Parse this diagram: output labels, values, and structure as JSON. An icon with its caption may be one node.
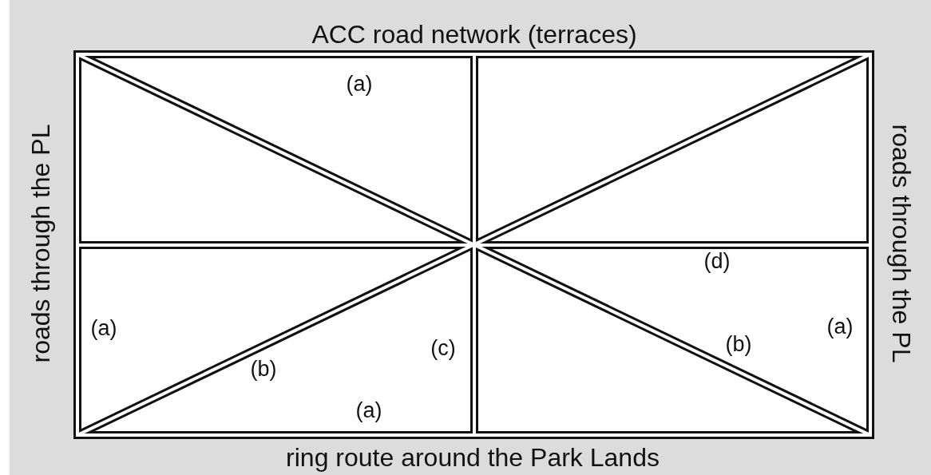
{
  "diagram": {
    "labels": [
      "ACC road network (terraces)",
      "(a)",
      "roads through the PL",
      "roads through the PL",
      "(d)",
      "(a)",
      "(a)",
      "(c)",
      "(b)",
      "(b)",
      "(a)",
      "ring route around the Park Lands"
    ]
  }
}
